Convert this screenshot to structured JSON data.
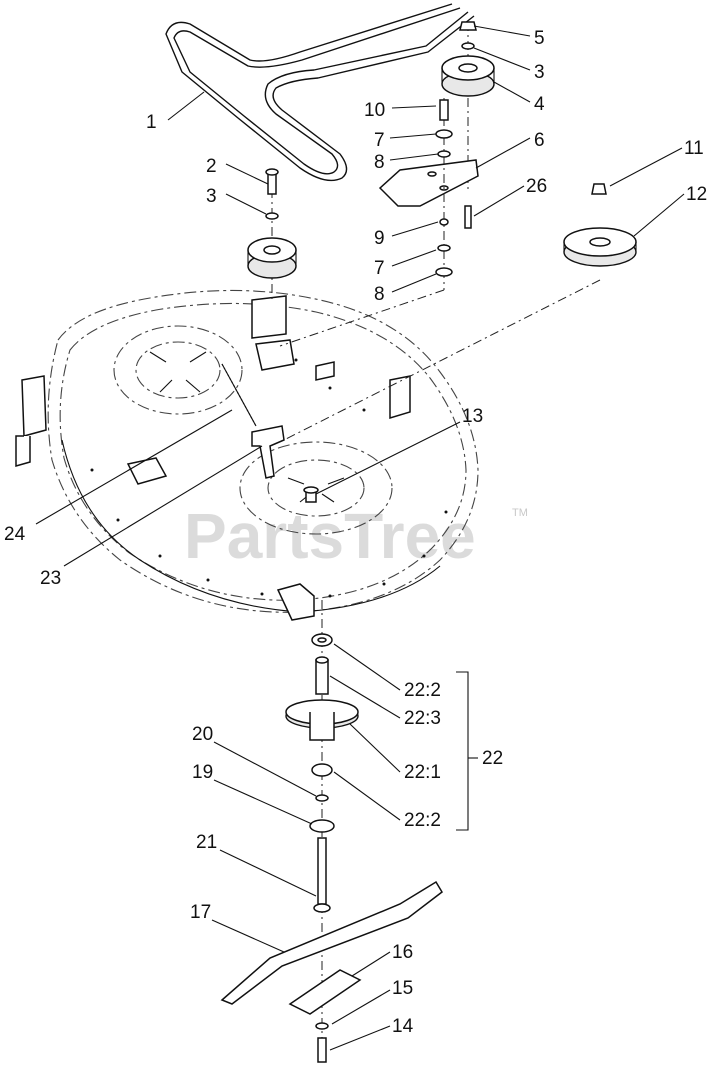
{
  "watermark": "PartsTree",
  "trademark": "TM",
  "callouts": [
    {
      "id": "c1",
      "text": "1"
    },
    {
      "id": "c2",
      "text": "2"
    },
    {
      "id": "c3a",
      "text": "3"
    },
    {
      "id": "c3b",
      "text": "3"
    },
    {
      "id": "c4",
      "text": "4"
    },
    {
      "id": "c5",
      "text": "5"
    },
    {
      "id": "c6",
      "text": "6"
    },
    {
      "id": "c7a",
      "text": "7"
    },
    {
      "id": "c7b",
      "text": "7"
    },
    {
      "id": "c8a",
      "text": "8"
    },
    {
      "id": "c8b",
      "text": "8"
    },
    {
      "id": "c9",
      "text": "9"
    },
    {
      "id": "c10",
      "text": "10"
    },
    {
      "id": "c11",
      "text": "11"
    },
    {
      "id": "c12",
      "text": "12"
    },
    {
      "id": "c13",
      "text": "13"
    },
    {
      "id": "c14",
      "text": "14"
    },
    {
      "id": "c15",
      "text": "15"
    },
    {
      "id": "c16",
      "text": "16"
    },
    {
      "id": "c17",
      "text": "17"
    },
    {
      "id": "c19",
      "text": "19"
    },
    {
      "id": "c20",
      "text": "20"
    },
    {
      "id": "c21",
      "text": "21"
    },
    {
      "id": "c22",
      "text": "22"
    },
    {
      "id": "c22_2a",
      "text": "22:2"
    },
    {
      "id": "c22_3",
      "text": "22:3"
    },
    {
      "id": "c22_1",
      "text": "22:1"
    },
    {
      "id": "c22_2b",
      "text": "22:2"
    },
    {
      "id": "c23",
      "text": "23"
    },
    {
      "id": "c24",
      "text": "24"
    },
    {
      "id": "c26",
      "text": "26"
    }
  ]
}
